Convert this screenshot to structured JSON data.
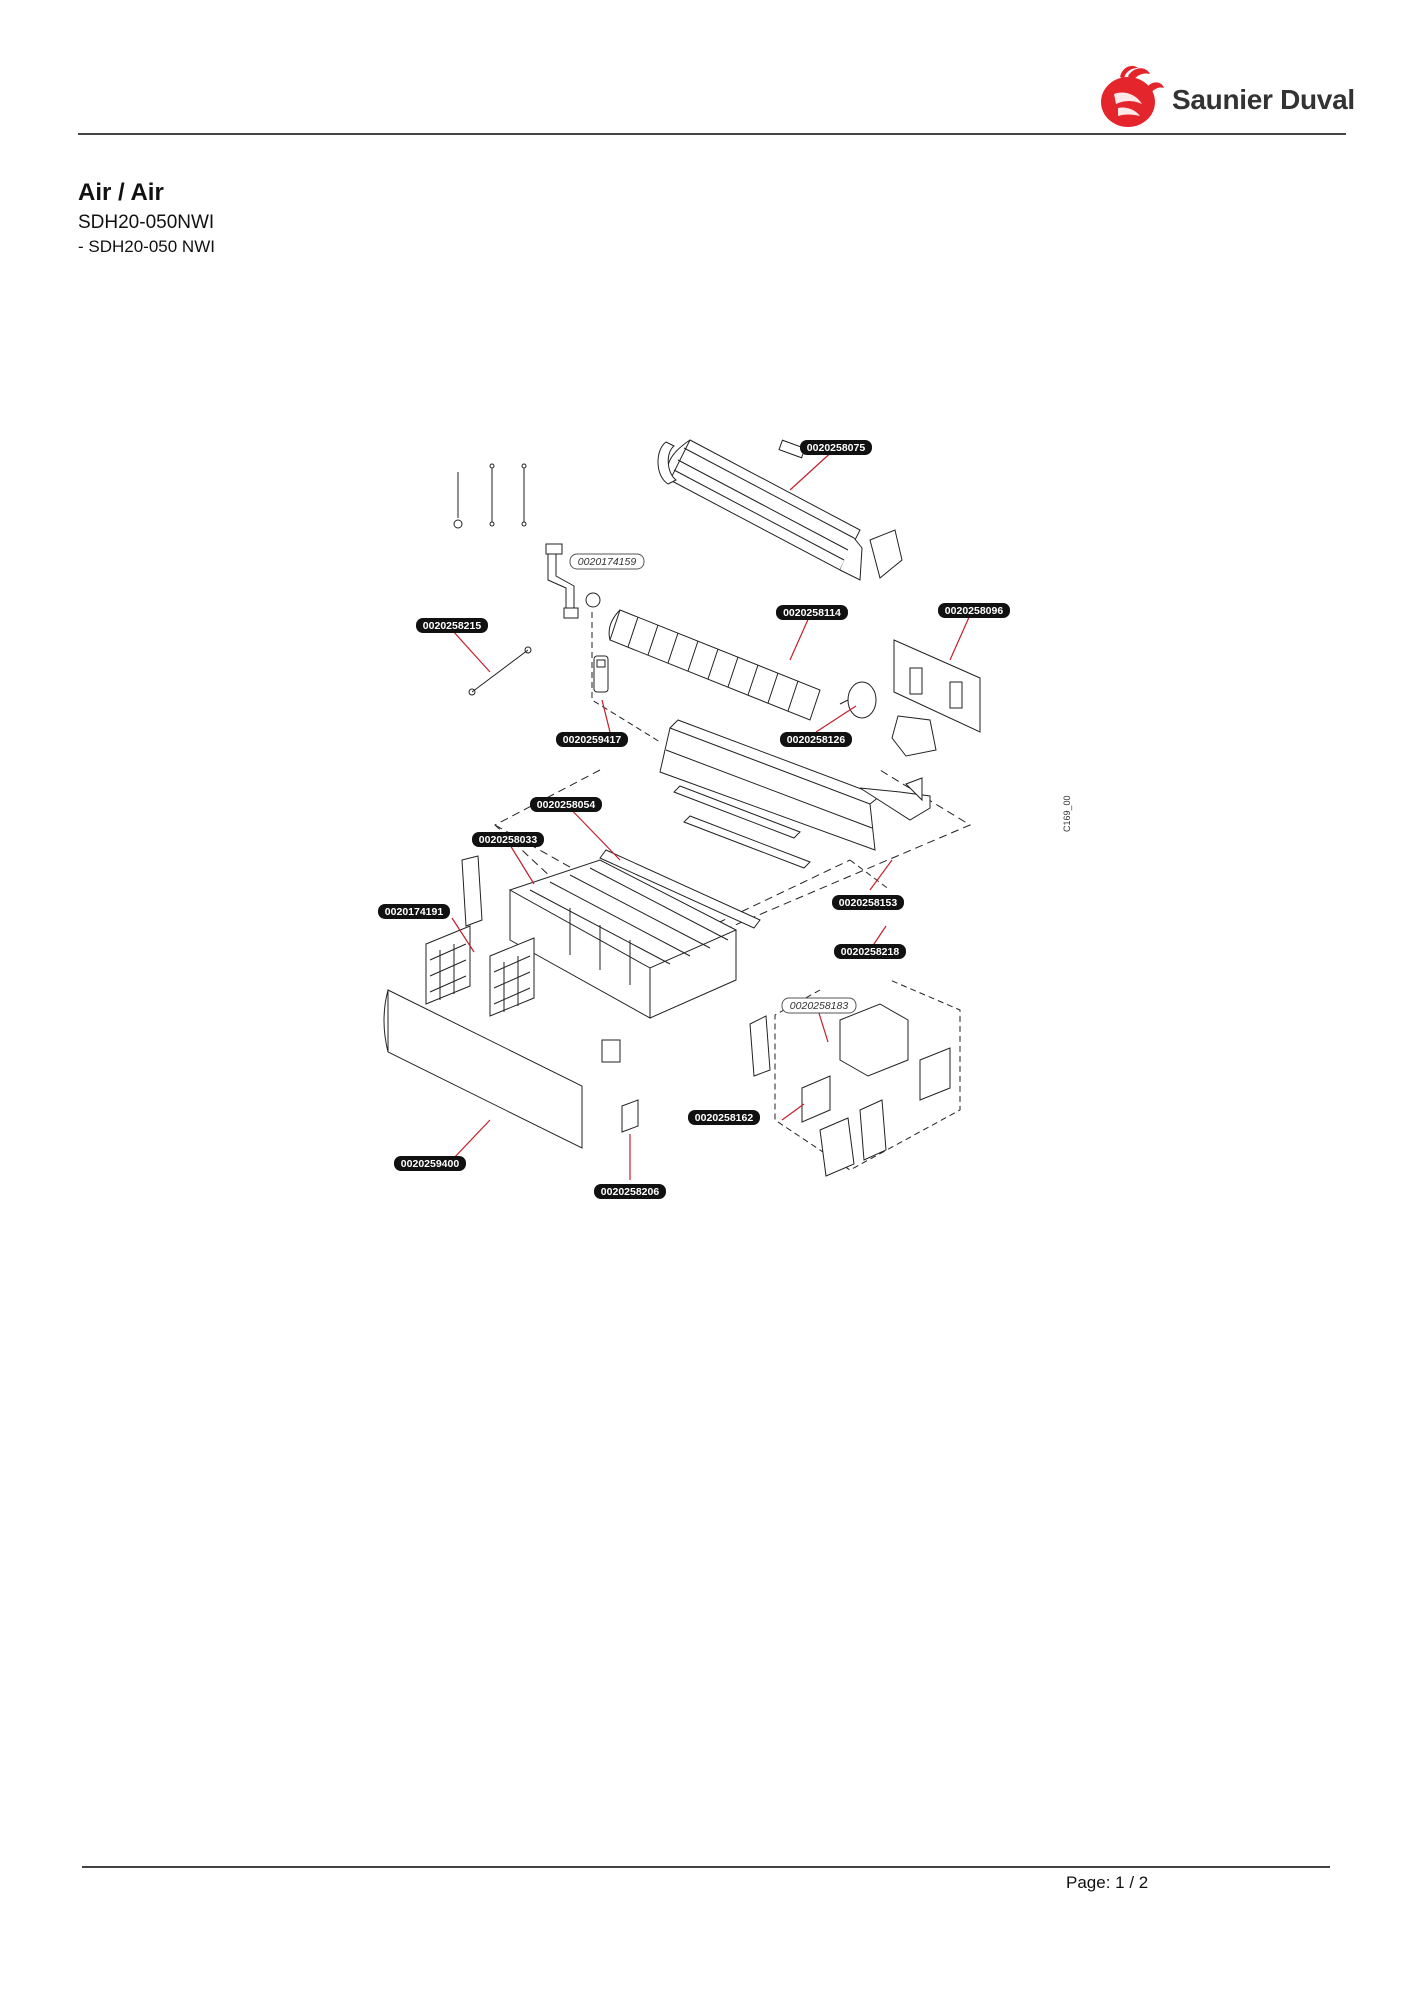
{
  "brand": {
    "name": "Saunier Duval",
    "accent_color": "#e4252c"
  },
  "header": {
    "title": "Air / Air",
    "model": "SDH20-050NWI",
    "submodel": "- SDH20-050 NWI"
  },
  "diagram": {
    "code": "C169_00",
    "parts": {
      "p1": "0020258075",
      "p2": "0020174159",
      "p3": "0020258114",
      "p4": "0020258096",
      "p5": "0020258215",
      "p6": "0020259417",
      "p7": "0020258126",
      "p8": "0020258054",
      "p9": "0020258033",
      "p10": "0020174191",
      "p11": "0020258153",
      "p12": "0020258218",
      "p13": "0020258183",
      "p14": "0020258162",
      "p15": "0020259400",
      "p16": "0020258206"
    }
  },
  "footer": {
    "page_label": "Page:",
    "page_value": "1 / 2"
  }
}
